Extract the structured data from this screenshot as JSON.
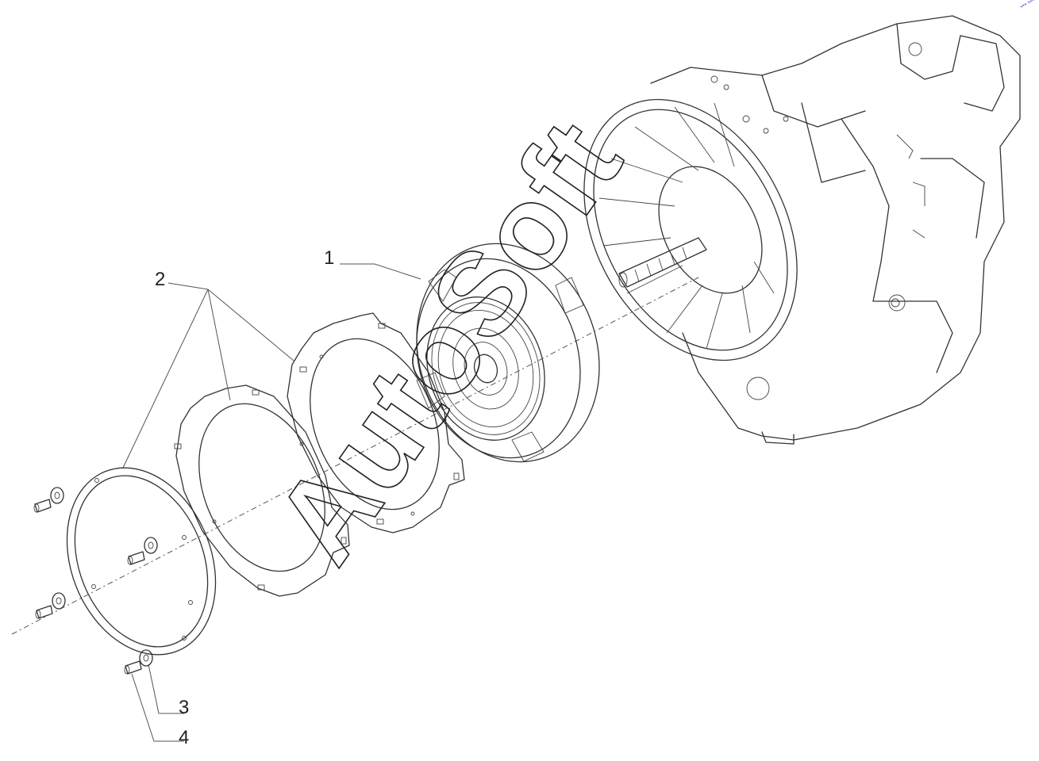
{
  "callouts": {
    "c1": "1",
    "c2": "2",
    "c3": "3",
    "c4": "4"
  },
  "watermark": "AutoSoft",
  "corner_mark": "*** ***",
  "colors": {
    "line": "#333333",
    "background": "#ffffff",
    "corner_mark": "#2233cc"
  }
}
